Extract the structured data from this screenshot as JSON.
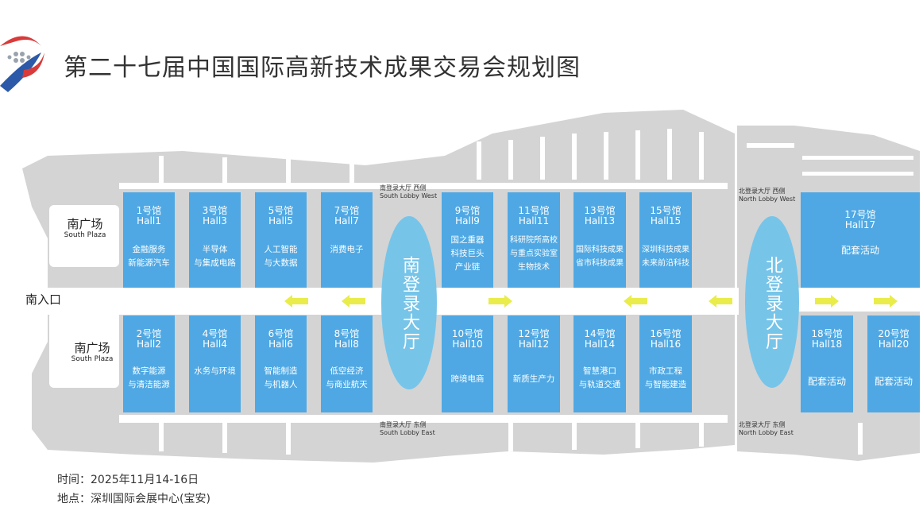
{
  "title": "第二十七届中国国际高新技术成果交易会规划图",
  "colors": {
    "hall": "#4fa8e3",
    "lobby": "#77c4e9",
    "arrow": "#e9ec4a",
    "grey": "#d4d4d4",
    "logo_red": "#d93a3a",
    "logo_blue": "#2c5aa8"
  },
  "plazas": [
    {
      "cn": "南广场",
      "en": "South Plaza"
    },
    {
      "cn": "南广场",
      "en": "South Plaza"
    }
  ],
  "entrance": "南入口",
  "lobby_labels": {
    "south_west": {
      "cn": "南登录大厅 西侧",
      "en": "South Lobby West"
    },
    "south_east": {
      "cn": "南登录大厅 东侧",
      "en": "South Lobby East"
    },
    "north_west": {
      "cn": "北登录大厅 西侧",
      "en": "North Lobby West"
    },
    "north_east": {
      "cn": "北登录大厅 东侧",
      "en": "North Lobby East"
    }
  },
  "lobbies": {
    "south": "南登录大厅",
    "north": "北登录大厅"
  },
  "halls": [
    {
      "cn": "1号馆",
      "en": "Hall1",
      "desc": "金融服务\n新能源汽车"
    },
    {
      "cn": "3号馆",
      "en": "Hall3",
      "desc": "半导体\n与集成电路"
    },
    {
      "cn": "5号馆",
      "en": "Hall5",
      "desc": "人工智能\n与大数据"
    },
    {
      "cn": "7号馆",
      "en": "Hall7",
      "desc": "消费电子"
    },
    {
      "cn": "9号馆",
      "en": "Hall9",
      "desc": "国之重器\n科技巨头\n产业链"
    },
    {
      "cn": "11号馆",
      "en": "Hall11",
      "desc": "科研院所高校\n与重点实验室\n生物技术"
    },
    {
      "cn": "13号馆",
      "en": "Hall13",
      "desc": "国际科技成果\n省市科技成果"
    },
    {
      "cn": "15号馆",
      "en": "Hall15",
      "desc": "深圳科技成果\n未来前沿科技"
    },
    {
      "cn": "17号馆",
      "en": "Hall17",
      "desc": "配套活动"
    },
    {
      "cn": "2号馆",
      "en": "Hall2",
      "desc": "数字能源\n与清洁能源"
    },
    {
      "cn": "4号馆",
      "en": "Hall4",
      "desc": "水务与环境"
    },
    {
      "cn": "6号馆",
      "en": "Hall6",
      "desc": "智能制造\n与机器人"
    },
    {
      "cn": "8号馆",
      "en": "Hall8",
      "desc": "低空经济\n与商业航天"
    },
    {
      "cn": "10号馆",
      "en": "Hall10",
      "desc": "跨境电商"
    },
    {
      "cn": "12号馆",
      "en": "Hall12",
      "desc": "新质生产力"
    },
    {
      "cn": "14号馆",
      "en": "Hall14",
      "desc": "智慧港口\n与轨道交通"
    },
    {
      "cn": "16号馆",
      "en": "Hall16",
      "desc": "市政工程\n与智能建造"
    },
    {
      "cn": "18号馆",
      "en": "Hall18",
      "desc": "配套活动"
    },
    {
      "cn": "20号馆",
      "en": "Hall20",
      "desc": "配套活动"
    }
  ],
  "info": {
    "time": "时间：2025年11月14-16日",
    "place": "地点：深圳国际会展中心(宝安)"
  }
}
